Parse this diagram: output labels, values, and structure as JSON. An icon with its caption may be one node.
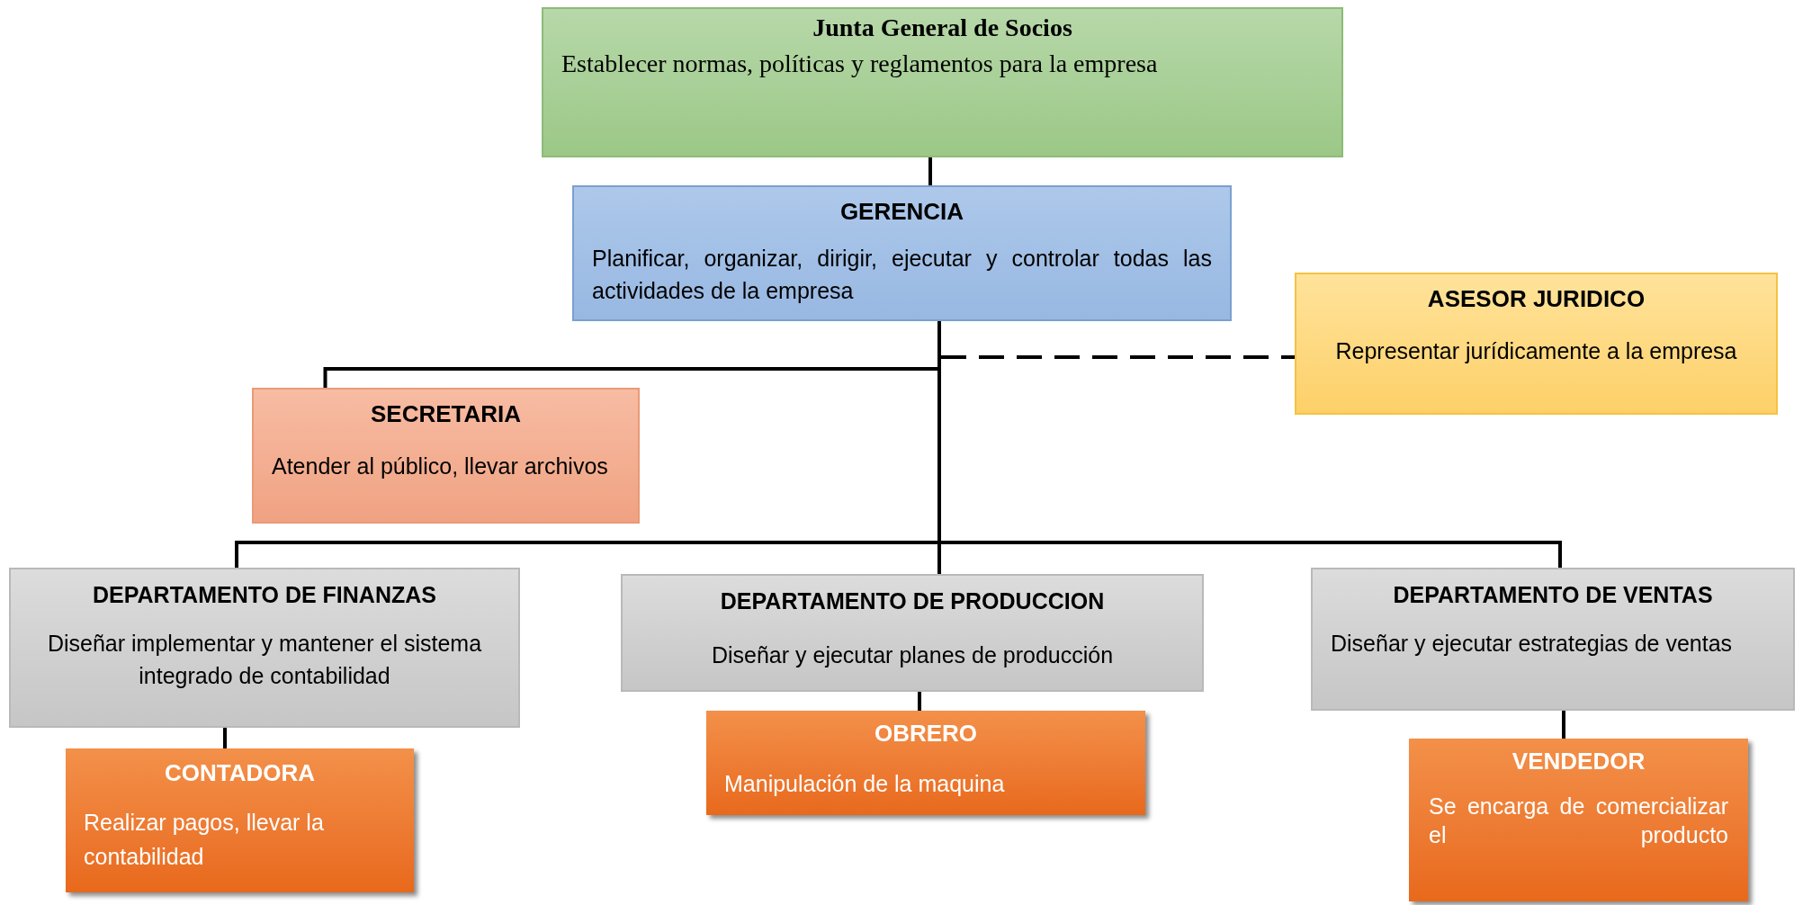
{
  "diagram": {
    "nodes": [
      {
        "text": [
          "Junta General de Socios",
          "Establecer normas, políticas y reglamentos para la empresa"
        ]
      },
      {
        "text": [
          "GERENCIA",
          "Planificar, organizar, dirigir, ejecutar y controlar todas las actividades de la empresa"
        ]
      },
      {
        "text": [
          "ASESOR JURIDICO",
          "Representar jurídicamente a la empresa"
        ]
      },
      {
        "text": [
          "SECRETARIA",
          "Atender al público, llevar archivos"
        ]
      },
      {
        "text": [
          "DEPARTAMENTO DE FINANZAS",
          "Diseñar implementar y mantener el sistema integrado de contabilidad"
        ]
      },
      {
        "text": [
          "DEPARTAMENTO DE PRODUCCION",
          "Diseñar y ejecutar planes de producción"
        ]
      },
      {
        "text": [
          "DEPARTAMENTO DE VENTAS",
          "Diseñar y ejecutar estrategias de ventas"
        ]
      },
      {
        "text": [
          "CONTADORA",
          "Realizar pagos, llevar la contabilidad"
        ]
      },
      {
        "text": [
          "OBRERO",
          "Manipulación de la maquina"
        ]
      },
      {
        "text": [
          "VENDEDOR",
          "Se encarga de comercializar el producto"
        ]
      }
    ],
    "edges": [
      {
        "from": 0,
        "to": 1,
        "arrow": "none"
      },
      {
        "from": 1,
        "to": 3,
        "arrow": "none"
      },
      {
        "from": 1,
        "to": 2,
        "arrow": "none",
        "style": "dashed"
      },
      {
        "from": 1,
        "to": 4,
        "arrow": "none"
      },
      {
        "from": 1,
        "to": 5,
        "arrow": "none"
      },
      {
        "from": 1,
        "to": 6,
        "arrow": "none"
      },
      {
        "from": 4,
        "to": 7,
        "arrow": "none"
      },
      {
        "from": 5,
        "to": 8,
        "arrow": "none"
      },
      {
        "from": 6,
        "to": 9,
        "arrow": "none"
      }
    ]
  }
}
